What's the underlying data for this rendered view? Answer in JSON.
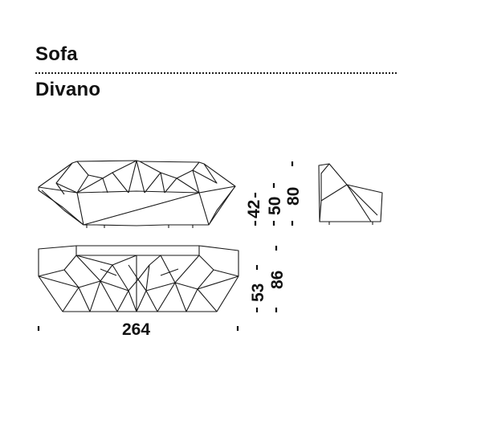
{
  "header": {
    "title_en": "Sofa",
    "title_it": "Divano"
  },
  "dimensions": {
    "seat_height": "42",
    "arm_height": "50",
    "total_height": "80",
    "seat_depth": "53",
    "total_depth": "86",
    "width": "264"
  },
  "views": [
    "front-elevation",
    "plan-top",
    "side-elevation"
  ]
}
